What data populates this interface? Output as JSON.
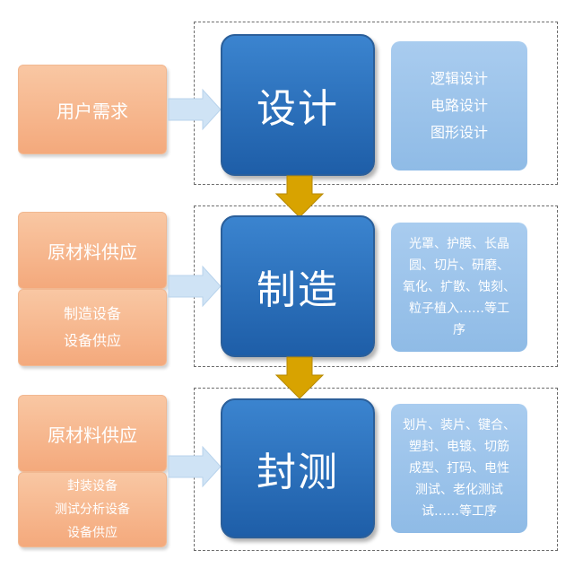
{
  "stages": [
    {
      "title": "设计",
      "details": "逻辑设计\n电路设计\n图形设计"
    },
    {
      "title": "制造",
      "details": "光罩、护膜、长晶\n圆、切片、研磨、\n氧化、扩散、蚀刻、\n粒子植入……等工\n序"
    },
    {
      "title": "封测",
      "details": "划片、装片、键合、\n塑封、电镀、切筋\n成型、打码、电性\n测试、老化测试\n试……等工序"
    }
  ],
  "inputs": {
    "design": [
      "用户需求"
    ],
    "manufacturing": [
      "原材料供应",
      "制造设备\n设备供应"
    ],
    "packaging": [
      "原材料供应",
      "封装设备\n测试分析设备\n设备供应"
    ]
  },
  "colors": {
    "orange": "#f4a97c",
    "blue": "#2a70bd",
    "light_blue": "#9fc5ec",
    "arrow_gold": "#d8a300",
    "arrow_light": "#cfe3f5"
  }
}
